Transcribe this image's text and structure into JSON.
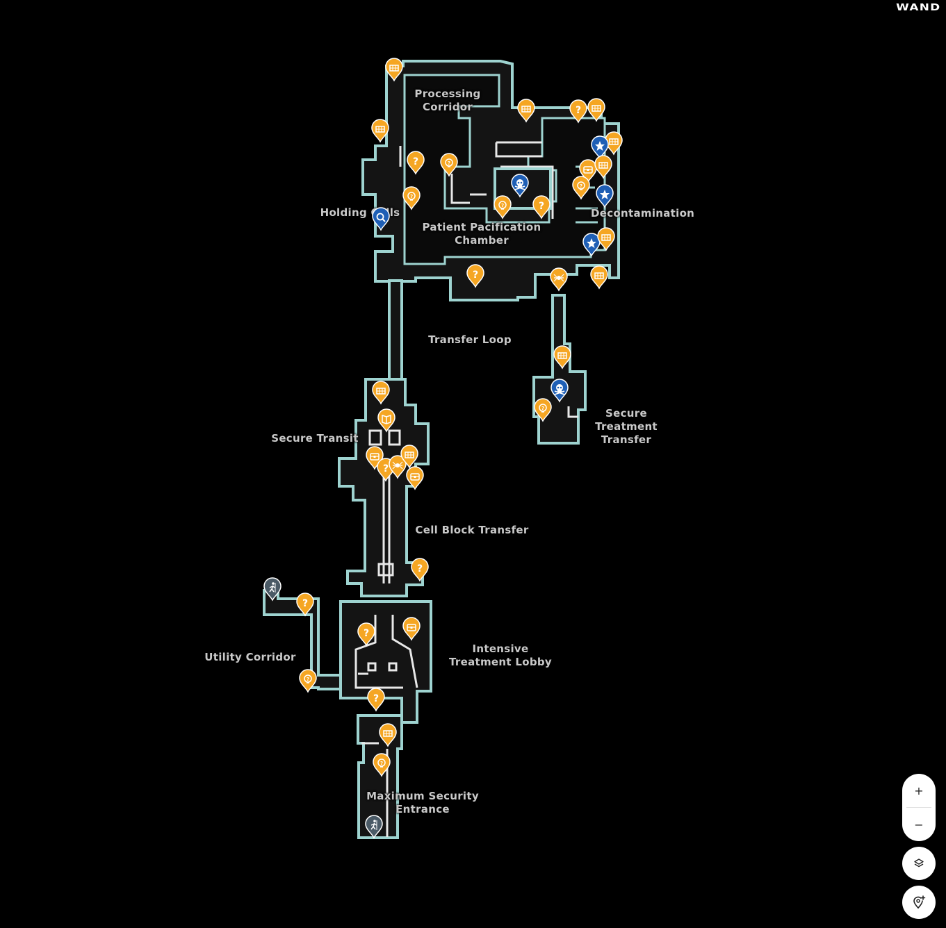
{
  "brand": {
    "logo": "WAND"
  },
  "map": {
    "regions": [
      {
        "id": "processing-corridor",
        "label": "Processing\nCorridor"
      },
      {
        "id": "holding-cells",
        "label": "Holding Cells"
      },
      {
        "id": "patient-pacification-chamber",
        "label": "Patient Pacification\nChamber"
      },
      {
        "id": "decontamination",
        "label": "Decontamination"
      },
      {
        "id": "transfer-loop",
        "label": "Transfer Loop"
      },
      {
        "id": "secure-treatment-transfer",
        "label": "Secure Treatment\nTransfer"
      },
      {
        "id": "secure-transit",
        "label": "Secure Transit"
      },
      {
        "id": "cell-block-transfer",
        "label": "Cell Block Transfer"
      },
      {
        "id": "utility-corridor",
        "label": "Utility Corridor"
      },
      {
        "id": "intensive-treatment-lobby",
        "label": "Intensive\nTreatment Lobby"
      },
      {
        "id": "maximum-security-entrance",
        "label": "Maximum Security\nEntrance"
      }
    ],
    "marker_types": {
      "collectible": {
        "icon": "crate-icon",
        "color": "#f5a623"
      },
      "mystery": {
        "icon": "question-icon",
        "color": "#f5a623"
      },
      "hint": {
        "icon": "lightbulb-icon",
        "color": "#f5a623"
      },
      "loot": {
        "icon": "chest-icon",
        "color": "#f5a623"
      },
      "lore": {
        "icon": "book-icon",
        "color": "#f5a623"
      },
      "creature": {
        "icon": "spider-icon",
        "color": "#f5a623"
      },
      "boss": {
        "icon": "skull-icon",
        "color": "#1f5fb5"
      },
      "objective": {
        "icon": "star-icon",
        "color": "#1f5fb5"
      },
      "search": {
        "icon": "magnifier-icon",
        "color": "#1f5fb5"
      },
      "exit": {
        "icon": "exit-icon",
        "color": "#4a5a66"
      }
    }
  },
  "controls": {
    "zoom_in": "+",
    "zoom_out": "−",
    "layers_icon": "layers-icon",
    "add_marker_icon": "add-pin-icon"
  }
}
